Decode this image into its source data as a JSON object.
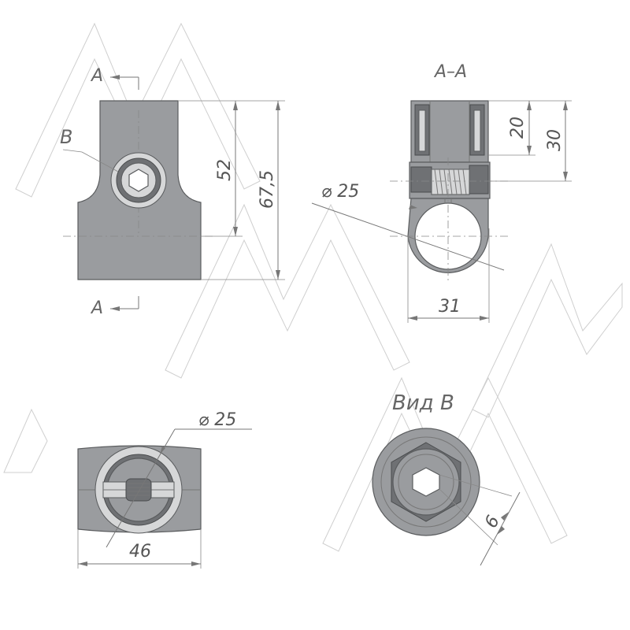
{
  "section_labels": {
    "section_marker_top": "A",
    "section_marker_bottom": "A",
    "detail_marker": "B",
    "section_view_title": "A–A",
    "detail_view_title": "Вид B"
  },
  "dimensions": {
    "front_height_inner": "52",
    "front_height_total": "67,5",
    "section_diameter": "⌀ 25",
    "section_depth_inner": "20",
    "section_depth_total": "30",
    "section_width": "31",
    "bottom_diameter": "⌀ 25",
    "bottom_width": "46",
    "hex_size": "6"
  },
  "colors": {
    "body": "#9a9c9f",
    "dark": "#6f7174",
    "dimension_line": "#777777",
    "watermark": "#cfcfcf"
  }
}
